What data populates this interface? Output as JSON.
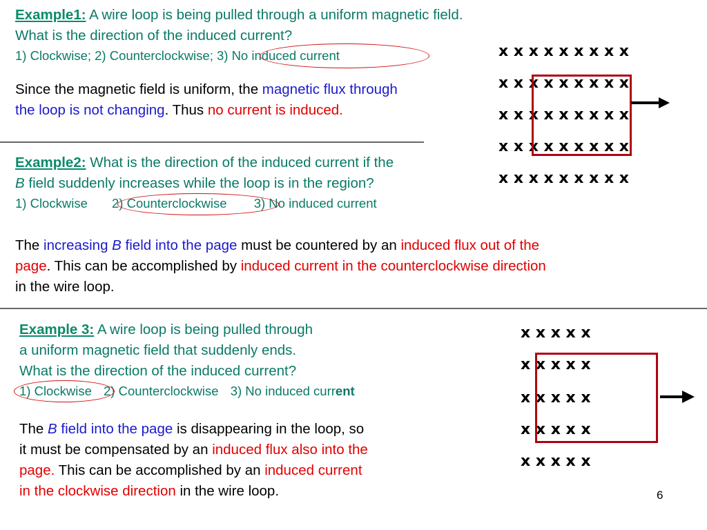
{
  "ex1": {
    "label": "Example1:",
    "q1": "A wire loop is being pulled through a uniform magnetic field.",
    "q2": "What is the direction of the induced current?",
    "opts": "1) Clockwise;  2) Counterclockwise;  3) No induced current",
    "ans_a": "Since the magnetic field is uniform, the ",
    "ans_b": "magnetic flux through",
    "ans_c": "the loop is not changing",
    "ans_d": ".  Thus ",
    "ans_e": "no current is induced",
    "ans_f": "."
  },
  "ex2": {
    "label": "Example2:",
    "q1": " What is the direction of the induced current if the",
    "q2_b": "B",
    "q2_rest": " field suddenly increases while the loop is in the region?",
    "opt1": "1) Clockwise",
    "opt2": "2) Counterclockwise",
    "opt3": "3) No induced current",
    "a1": "The ",
    "a2": "increasing ",
    "a3": "B",
    "a4": " field into the page",
    "a5": " must be countered by an ",
    "a6": "induced flux out of the",
    "a7": "page",
    "a8": ". This can be accomplished by ",
    "a9": "induced current in the counterclockwise direction",
    "a10": "in the wire loop."
  },
  "ex3": {
    "label": "Example 3:",
    "q1": " A wire loop is being pulled through",
    "q2": "a uniform magnetic field that suddenly ends.",
    "q3": "What is the direction of the induced current?",
    "opt1": "1) Clockwise",
    "opt2": "2) Counterclockwise",
    "opt3a": "3) No induced curr",
    "opt3b": "ent",
    "a1": "The ",
    "a2": "B",
    "a3": " field into the page",
    "a4": " is disappearing in the loop, so",
    "a5": "it must be compensated by an ",
    "a6": "induced flux also into the",
    "a7": "page.",
    "a8": "  This can be accomplished by an ",
    "a9": "induced current",
    "a10": "in the clockwise direction",
    "a11": " in the wire loop."
  },
  "grid1_row": "x x x x x x x x x",
  "grid2_row": "x x x x x",
  "page_number": "6",
  "colors": {
    "label": "#0a8a6a",
    "blue": "#1a1acc",
    "red": "#e00000",
    "loop": "#b00010"
  }
}
